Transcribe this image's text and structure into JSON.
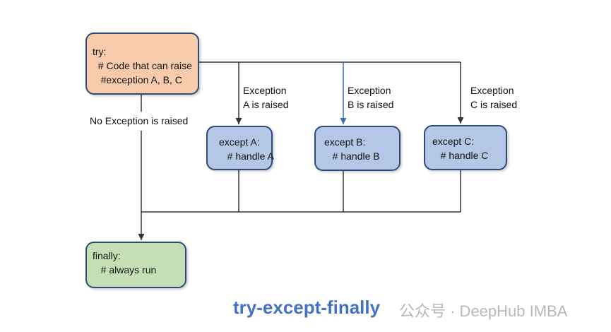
{
  "try_box": {
    "line1": "try:",
    "line2": "  # Code that can raise",
    "line3": "   #exception A, B, C"
  },
  "except_a": {
    "line1": "except A:",
    "line2": "   # handle A"
  },
  "except_b": {
    "line1": "except B:",
    "line2": "   # handle B"
  },
  "except_c": {
    "line1": "except C:",
    "line2": "   # handle C"
  },
  "finally_box": {
    "line1": "finally:",
    "line2": "   # always run"
  },
  "labels": {
    "no_exception": "No Exception is raised",
    "a_raised": [
      "Exception",
      "A is raised"
    ],
    "b_raised": [
      "Exception",
      "B is raised"
    ],
    "c_raised": [
      "Exception",
      "C is raised"
    ]
  },
  "title": "try-except-finally",
  "watermark": "公众号 · DeepHub IMBA",
  "colors": {
    "try": "#f8cbad",
    "except": "#b4c7e7",
    "finally": "#c5e0b4",
    "title": "#4472c4",
    "border": "#2f4b7c"
  }
}
